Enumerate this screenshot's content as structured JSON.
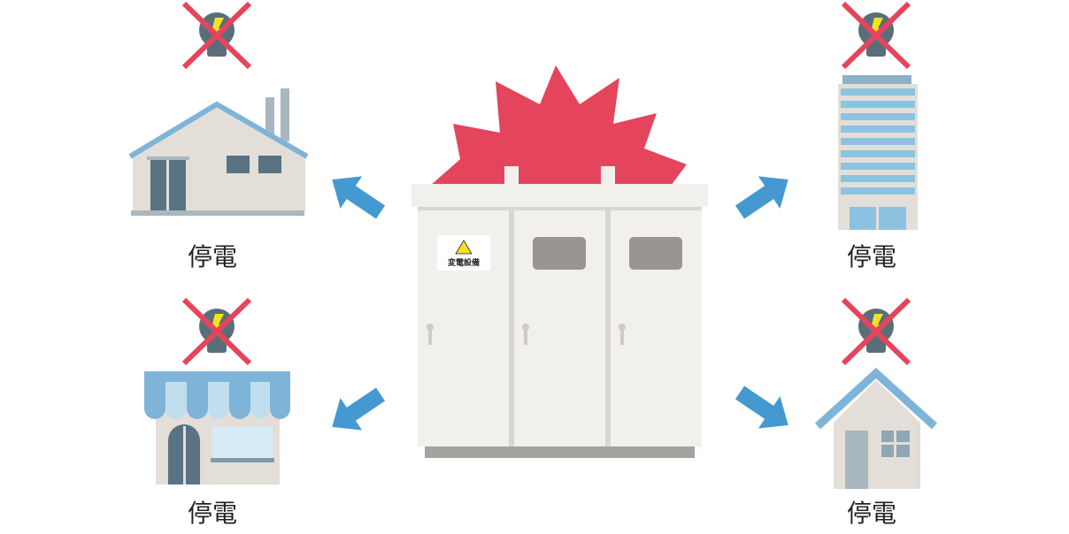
{
  "colors": {
    "burst": "#e5455c",
    "arrow": "#4499d0",
    "cross": "#e5455c",
    "bulb": "#5a6e7a",
    "bolt": "#f4e31c"
  },
  "substation": {
    "sign_text": "変電設備",
    "sign_icon": "high-voltage-warning-icon"
  },
  "buildings": [
    {
      "type": "factory",
      "label": "停電",
      "status_icon": "bulb-off-icon"
    },
    {
      "type": "office-building",
      "label": "停電",
      "status_icon": "bulb-off-icon"
    },
    {
      "type": "shop",
      "label": "停電",
      "status_icon": "bulb-off-icon"
    },
    {
      "type": "house",
      "label": "停電",
      "status_icon": "bulb-off-icon"
    }
  ]
}
